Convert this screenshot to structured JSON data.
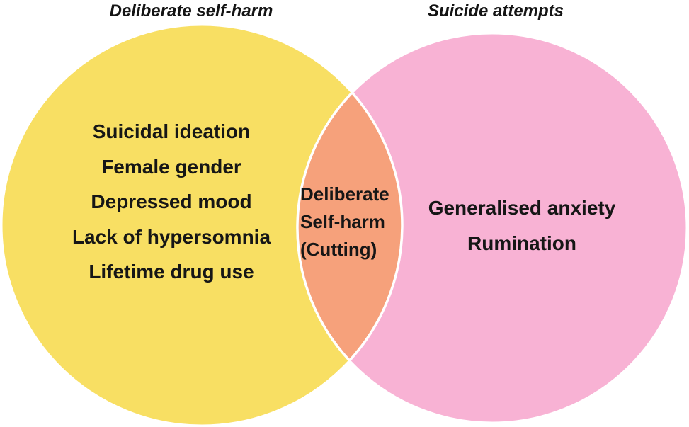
{
  "diagram": {
    "type": "venn",
    "colors": {
      "left_fill": "#F8DF63",
      "right_fill": "#F8B2D4",
      "overlap_fill": "#F6A17B",
      "outline": "#FFFFFF",
      "text": "#161616"
    },
    "left": {
      "title": "Deliberate self-harm",
      "items": [
        "Suicidal ideation",
        "Female gender",
        "Depressed mood",
        "Lack of hypersomnia",
        "Lifetime drug use"
      ]
    },
    "right": {
      "title": "Suicide attempts",
      "items": [
        "Generalised anxiety",
        "Rumination"
      ]
    },
    "overlap": {
      "lines": [
        "Deliberate",
        "Self-harm",
        "(Cutting)"
      ]
    }
  }
}
